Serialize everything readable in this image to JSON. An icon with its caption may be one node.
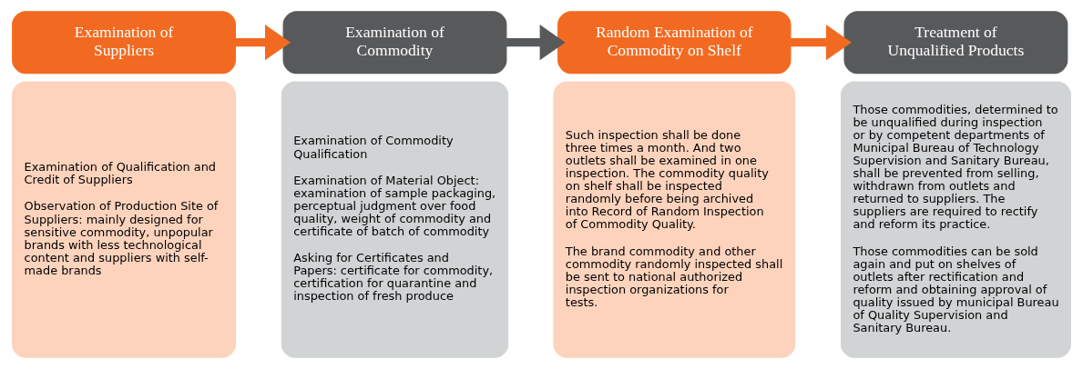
{
  "diagram": {
    "nodes": [
      {
        "text": [
          "Examination of Suppliers"
        ]
      },
      {
        "text": [
          "Examination of Qualification and Credit of Suppliers",
          "Observation of Production Site of Suppliers: mainly designed for sensitive commodity, unpopular brands with less technological content and suppliers with self-made brands"
        ]
      },
      {
        "text": [
          "Examination of Commodity"
        ]
      },
      {
        "text": [
          "Examination of Commodity Qualification",
          "Examination of Material Object: examination of sample packaging, perceptual judgment over food quality, weight of commodity and certificate of batch of commodity",
          "Asking for Certificates and Papers: certificate for commodity, certification for quarantine and inspection of fresh produce"
        ]
      },
      {
        "text": [
          "Random Examination of Commodity on Shelf"
        ]
      },
      {
        "text": [
          "Such inspection shall be done three times a month. And two outlets shall be examined in one inspection. The commodity quality on shelf shall be inspected randomly before being archived into Record of Random Inspection of Commodity Quality.",
          "The brand commodity and other commodity randomly inspected shall be sent to national authorized inspection organizations for tests."
        ]
      },
      {
        "text": [
          "Treatment of Unqualified Products"
        ]
      },
      {
        "text": [
          "Those commodities, determined to be unqualified during inspection or by competent departments of Municipal Bureau of Technology Supervision and Sanitary Bureau, shall be prevented from selling, withdrawn from outlets and returned to suppliers. The suppliers are required to rectify and reform its practice.",
          "Those commodities can be sold again and put on shelves of outlets after rectification and reform and obtaining approval of quality issued by municipal Bureau of Quality Supervision and Sanitary Bureau."
        ]
      }
    ],
    "edges": [
      {
        "from": 0,
        "to": 2,
        "arrow": "to"
      },
      {
        "from": 2,
        "to": 4,
        "arrow": "to",
        "color": "#58595b"
      },
      {
        "from": 4,
        "to": 6,
        "arrow": "to"
      }
    ]
  }
}
